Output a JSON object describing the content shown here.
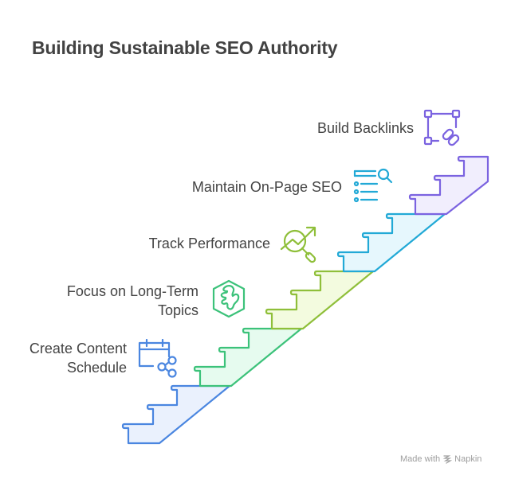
{
  "title": "Building Sustainable SEO Authority",
  "steps": [
    {
      "label_lines": [
        "Create Content",
        "Schedule"
      ],
      "icon": "calendar-share-icon",
      "stroke": "#4a86e0",
      "fill": "#eaf1fd"
    },
    {
      "label_lines": [
        "Focus on Long-Term",
        "Topics"
      ],
      "icon": "hexagon-hand-icon",
      "stroke": "#3cc27a",
      "fill": "#e6fbef"
    },
    {
      "label_lines": [
        "Track Performance"
      ],
      "icon": "chart-magnifier-icon",
      "stroke": "#8fbf3a",
      "fill": "#f3fbdf"
    },
    {
      "label_lines": [
        "Maintain On-Page SEO"
      ],
      "icon": "list-search-icon",
      "stroke": "#22a9d6",
      "fill": "#e6f7fd"
    },
    {
      "label_lines": [
        "Build Backlinks"
      ],
      "icon": "nodes-link-icon",
      "stroke": "#7b63e0",
      "fill": "#f1eefd"
    }
  ],
  "footer": {
    "prefix": "Made with",
    "brand": "Napkin"
  }
}
